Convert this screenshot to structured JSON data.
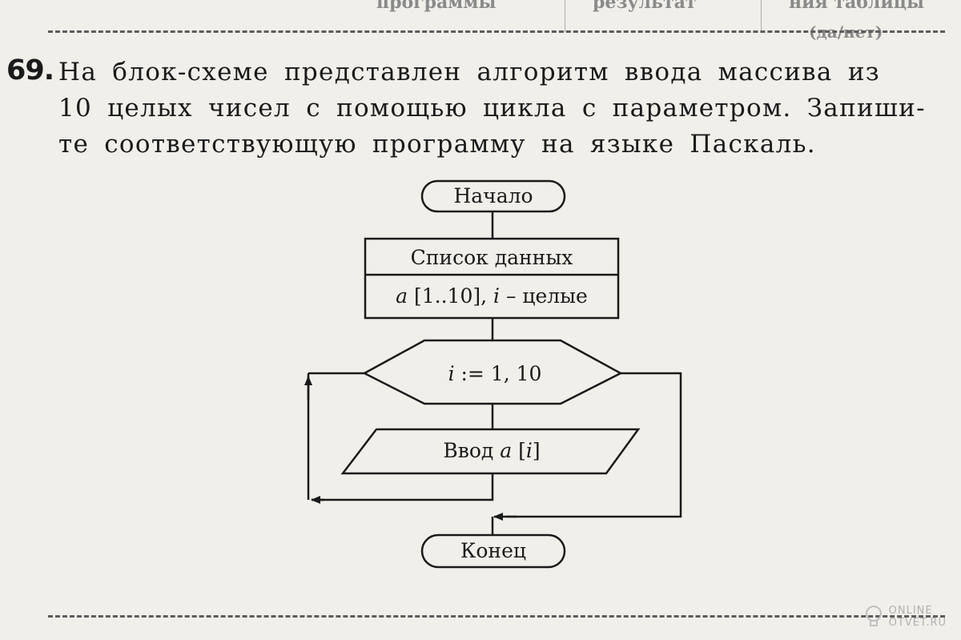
{
  "header": {
    "col1": "программы",
    "col2": "результат",
    "col3": "ния таблицы",
    "col3_sub": "(да/нет)"
  },
  "problem": {
    "number": "69.",
    "text": "На блок-схеме представлен алгоритм ввода массива из\n10 целых чисел с помощью цикла с параметром. Запиши-\nте соответствующую программу на языке Паскаль."
  },
  "flowchart": {
    "start": "Начало",
    "data_header": "Список данных",
    "data_body_var": "a",
    "data_body_rest": " [1..10], ",
    "data_body_var2": "i",
    "data_body_tail": " – целые",
    "loop_var": "i",
    "loop_rest": " := 1, 10",
    "input_label": "Ввод ",
    "input_var": "a",
    "input_index_open": " [",
    "input_index": "i",
    "input_index_close": "]",
    "end": "Конец"
  },
  "watermark": {
    "line1": "ONLINE",
    "line2": "OTVET.RU"
  }
}
